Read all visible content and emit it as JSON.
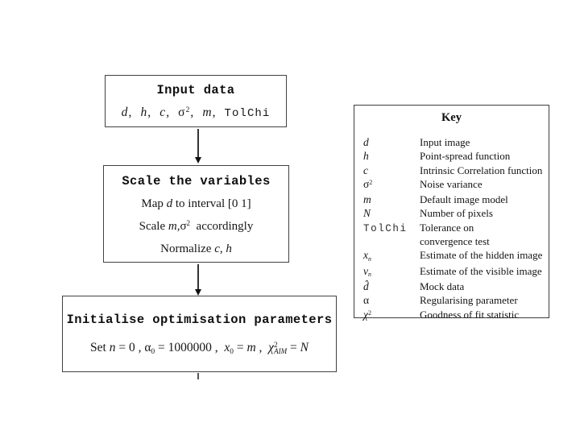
{
  "flow": {
    "boxes": [
      {
        "title": "Input data",
        "lines": [
          [
            {
              "t": "d",
              "s": "i"
            },
            {
              "t": ",  ",
              "s": "r"
            },
            {
              "t": "h",
              "s": "i"
            },
            {
              "t": ",  ",
              "s": "r"
            },
            {
              "t": "c",
              "s": "i"
            },
            {
              "t": ",  ",
              "s": "r"
            },
            {
              "t": "σ",
              "s": "r"
            },
            {
              "t": "2",
              "s": "sup"
            },
            {
              "t": ",  ",
              "s": "r"
            },
            {
              "t": "m",
              "s": "i"
            },
            {
              "t": ",  ",
              "s": "r"
            },
            {
              "t": "TolChi",
              "s": "m"
            }
          ]
        ]
      },
      {
        "title": "Scale the variables",
        "lines": [
          [
            {
              "t": "Map ",
              "s": "r"
            },
            {
              "t": "d",
              "s": "i"
            },
            {
              "t": " to interval [0 1]",
              "s": "r"
            }
          ],
          [
            {
              "t": "Scale ",
              "s": "r"
            },
            {
              "t": "m",
              "s": "i"
            },
            {
              "t": ",",
              "s": "r"
            },
            {
              "t": "σ",
              "s": "r"
            },
            {
              "t": "2",
              "s": "sup"
            },
            {
              "t": "  accordingly",
              "s": "r"
            }
          ],
          [
            {
              "t": "Normalize ",
              "s": "r"
            },
            {
              "t": "c",
              "s": "i"
            },
            {
              "t": ", ",
              "s": "r"
            },
            {
              "t": "h",
              "s": "i"
            }
          ]
        ]
      },
      {
        "title": "Initialise optimisation parameters",
        "lines": [
          [
            {
              "t": "Set ",
              "s": "r"
            },
            {
              "t": "n",
              "s": "i"
            },
            {
              "t": " = 0 , ",
              "s": "r"
            },
            {
              "t": "α",
              "s": "r"
            },
            {
              "t": "0",
              "s": "sub"
            },
            {
              "t": " = 1000000 ,  ",
              "s": "r"
            },
            {
              "t": "x",
              "s": "i"
            },
            {
              "t": "0",
              "s": "sub"
            },
            {
              "t": " = ",
              "s": "r"
            },
            {
              "t": "m",
              "s": "i"
            },
            {
              "t": " ,  ",
              "s": "r"
            },
            {
              "t": "χ",
              "s": "i"
            },
            {
              "t": "2",
              "s": "sup"
            },
            {
              "t": "AIM",
              "s": "subi"
            },
            {
              "t": " = ",
              "s": "r"
            },
            {
              "t": "N",
              "s": "i"
            }
          ]
        ]
      }
    ]
  },
  "key": {
    "title": "Key",
    "entries": [
      {
        "symbol": [
          {
            "t": "d",
            "s": "i"
          }
        ],
        "desc": [
          "Input image"
        ]
      },
      {
        "symbol": [
          {
            "t": "h",
            "s": "i"
          }
        ],
        "desc": [
          "Point-spread function"
        ]
      },
      {
        "symbol": [
          {
            "t": "c",
            "s": "i"
          }
        ],
        "desc": [
          "Intrinsic Correlation function"
        ]
      },
      {
        "symbol": [
          {
            "t": "σ",
            "s": "r"
          },
          {
            "t": "2",
            "s": "sup"
          }
        ],
        "desc": [
          "Noise variance"
        ]
      },
      {
        "symbol": [
          {
            "t": "m",
            "s": "i"
          }
        ],
        "desc": [
          "Default image model"
        ]
      },
      {
        "symbol": [
          {
            "t": "N",
            "s": "i"
          }
        ],
        "desc": [
          "Number of pixels"
        ]
      },
      {
        "symbol": [
          {
            "t": "TolChi",
            "s": "m"
          }
        ],
        "desc": [
          "Tolerance on",
          "convergence test"
        ]
      },
      {
        "symbol": [
          {
            "t": "x",
            "s": "i"
          },
          {
            "t": "n",
            "s": "subi"
          }
        ],
        "desc": [
          "Estimate of the hidden image"
        ]
      },
      {
        "symbol": [
          {
            "t": "v",
            "s": "i"
          },
          {
            "t": "n",
            "s": "subi"
          }
        ],
        "desc": [
          "Estimate of the visible image"
        ]
      },
      {
        "symbol": [
          {
            "t": "d̂",
            "s": "i"
          }
        ],
        "desc": [
          "Mock data"
        ]
      },
      {
        "symbol": [
          {
            "t": "α",
            "s": "r"
          }
        ],
        "desc": [
          "Regularising parameter"
        ]
      },
      {
        "symbol": [
          {
            "t": "χ",
            "s": "i"
          },
          {
            "t": "2",
            "s": "sup"
          }
        ],
        "desc": [
          "Goodness of fit statistic"
        ]
      }
    ]
  }
}
